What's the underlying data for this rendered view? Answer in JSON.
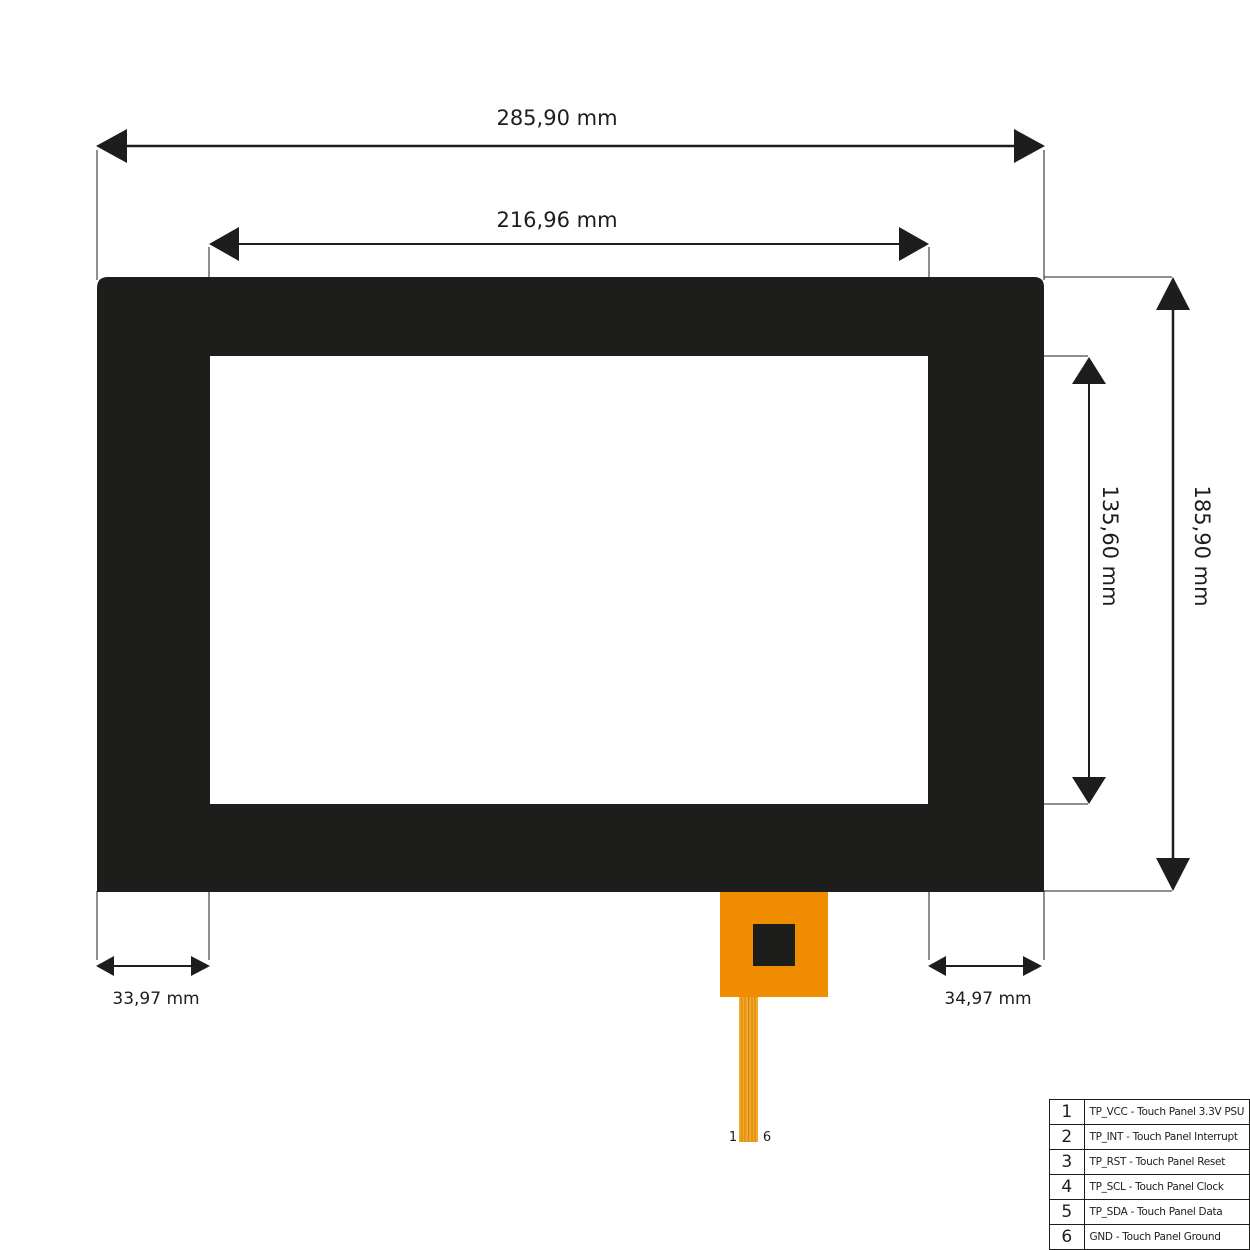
{
  "colors": {
    "bezel": "#1d1d1b",
    "fpc_connector": "#f08c00",
    "fpc_cable": "#f5a623",
    "chip": "#1d1d1b",
    "dimension_line": "#1d1d1b",
    "background": "#ffffff"
  },
  "dimensions": {
    "overall_width": "285,90 mm",
    "active_width": "216,96 mm",
    "active_height": "135,60 mm",
    "overall_height": "185,90 mm",
    "left_border": "33,97 mm",
    "right_border": "34,97 mm"
  },
  "cable": {
    "pin_first": "1",
    "pin_last": "6"
  },
  "pinout": [
    {
      "pin": "1",
      "description": "TP_VCC - Touch Panel 3.3V PSU"
    },
    {
      "pin": "2",
      "description": "TP_INT - Touch Panel Interrupt"
    },
    {
      "pin": "3",
      "description": "TP_RST - Touch Panel Reset"
    },
    {
      "pin": "4",
      "description": "TP_SCL - Touch Panel Clock"
    },
    {
      "pin": "5",
      "description": "TP_SDA - Touch Panel Data"
    },
    {
      "pin": "6",
      "description": "GND - Touch Panel Ground"
    }
  ]
}
